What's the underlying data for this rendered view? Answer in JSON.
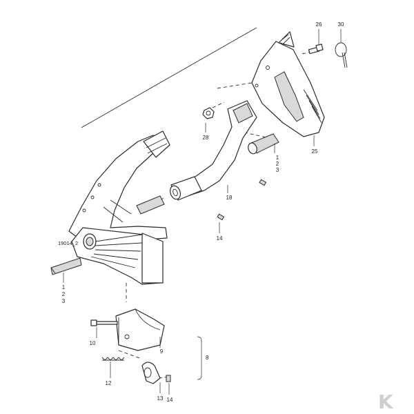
{
  "diagram": {
    "drawing_code": "19014_2",
    "callouts": {
      "c26": "26",
      "c30": "30",
      "c28": "28",
      "c25": "25",
      "c1a": "1",
      "c2a": "2",
      "c3a": "3",
      "c18": "18",
      "c14a": "14",
      "c1b": "1",
      "c2b": "2",
      "c3b": "3",
      "c10": "10",
      "c9": "9",
      "c8": "8",
      "c12": "12",
      "c13": "13",
      "c14b": "14"
    },
    "watermark": "K"
  }
}
